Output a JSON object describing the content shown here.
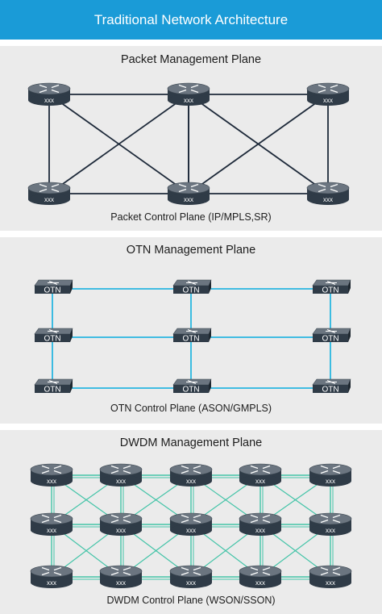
{
  "title": "Traditional Network Architecture",
  "colors": {
    "title_bg": "#1a9bd7",
    "panel_bg": "#ebebeb",
    "packet_link": "#1e2a3a",
    "otn_link": "#29b6e0",
    "dwdm_link": "#44c4a8",
    "router_body": "#2f3b47",
    "router_top": "#6b7580"
  },
  "packet": {
    "heading": "Packet Management Plane",
    "caption": "Packet Control Plane (IP/MPLS,SR)",
    "node_label": "xxx",
    "icon": "router-icon"
  },
  "otn": {
    "heading": "OTN Management Plane",
    "caption": "OTN Control Plane (ASON/GMPLS)",
    "node_label": "OTN",
    "icon": "otn-switch-icon"
  },
  "dwdm": {
    "heading": "DWDM Management Plane",
    "caption": "DWDM Control Plane (WSON/SSON)",
    "node_label": "xxx",
    "icon": "router-icon"
  }
}
